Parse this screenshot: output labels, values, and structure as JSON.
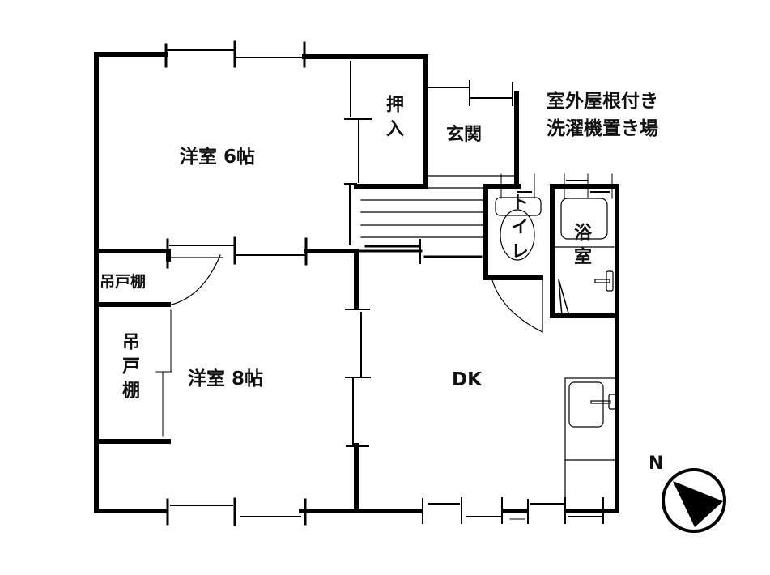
{
  "floor_plan": {
    "rooms": [
      {
        "id": "western-room-6",
        "label": "洋室 6帖"
      },
      {
        "id": "western-room-8",
        "label": "洋室 8帖"
      },
      {
        "id": "dk",
        "label": "DK"
      },
      {
        "id": "closet",
        "label": "押入"
      },
      {
        "id": "entrance",
        "label": "玄関"
      },
      {
        "id": "toilet",
        "label": "トイレ"
      },
      {
        "id": "bathroom",
        "label": "浴室"
      },
      {
        "id": "hanging-shelf-top",
        "label": "吊戸棚"
      },
      {
        "id": "hanging-shelf-side",
        "label": "吊戸棚"
      }
    ],
    "note": {
      "line1": "室外屋根付き",
      "line2": "洗濯機置き場"
    },
    "compass": {
      "label": "N",
      "icon": "north-arrow-icon"
    },
    "colors": {
      "wall": "#000000",
      "background": "#ffffff",
      "text": "#111111"
    }
  }
}
